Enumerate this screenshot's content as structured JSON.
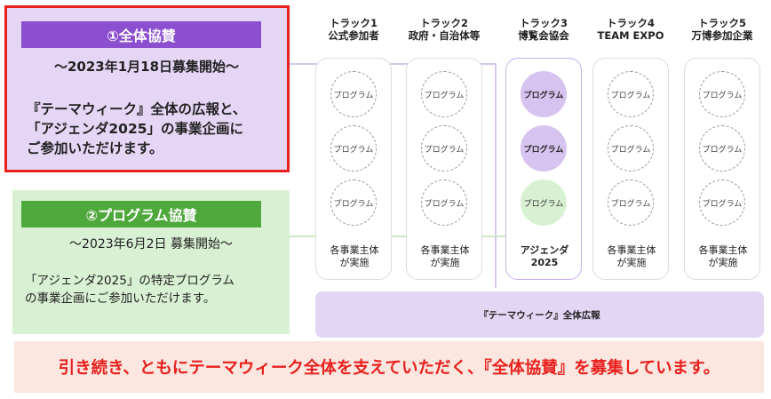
{
  "sponsor1": {
    "heading": "①全体協賛",
    "date": "〜2023年1月18日募集開始〜",
    "description": "『テーマウィーク』全体の広報と、\n「アジェンダ2025」の事業企画に\nご参加いただけます。",
    "colors": {
      "header": "#8b4fcf",
      "background": "#e5d6f5",
      "outline": "#e8201e"
    }
  },
  "sponsor2": {
    "heading": "②プログラム協賛",
    "date": "〜2023年6月2日 募集開始〜",
    "description": "「アジェンダ2025」の特定プログラム\nの事業企画にご参加いただけます。",
    "colors": {
      "header": "#4ea83c",
      "background": "#d9f1d3"
    }
  },
  "tracks": [
    {
      "title": "トラック1\n公式参加者",
      "programs": [
        "プログラム",
        "プログラム",
        "プログラム"
      ],
      "footer": "各事業主体\nが実施"
    },
    {
      "title": "トラック2\n政府・自治体等",
      "programs": [
        "プログラム",
        "プログラム",
        "プログラム"
      ],
      "footer": "各事業主体\nが実施"
    },
    {
      "title": "トラック3\n博覧会協会",
      "programs": [
        "プログラム",
        "プログラム",
        "プログラム"
      ],
      "footer": "アジェンダ\n2025"
    },
    {
      "title": "トラック4\nTEAM EXPO",
      "programs": [
        "プログラム",
        "プログラム",
        "プログラム"
      ],
      "footer": "各事業主体\nが実施"
    },
    {
      "title": "トラック5\n万博参加企業",
      "programs": [
        "プログラム",
        "プログラム",
        "プログラム"
      ],
      "footer": "各事業主体\nが実施"
    }
  ],
  "theme_bar": {
    "label": "『テーマウィーク』全体広報",
    "color": "#e3d6f5"
  },
  "banner": {
    "text": "引き続き、ともにテーマウィーク全体を支えていただく、『全体協賛』を募集しています。",
    "color": "#e8201e",
    "background": "#fbe7df"
  }
}
